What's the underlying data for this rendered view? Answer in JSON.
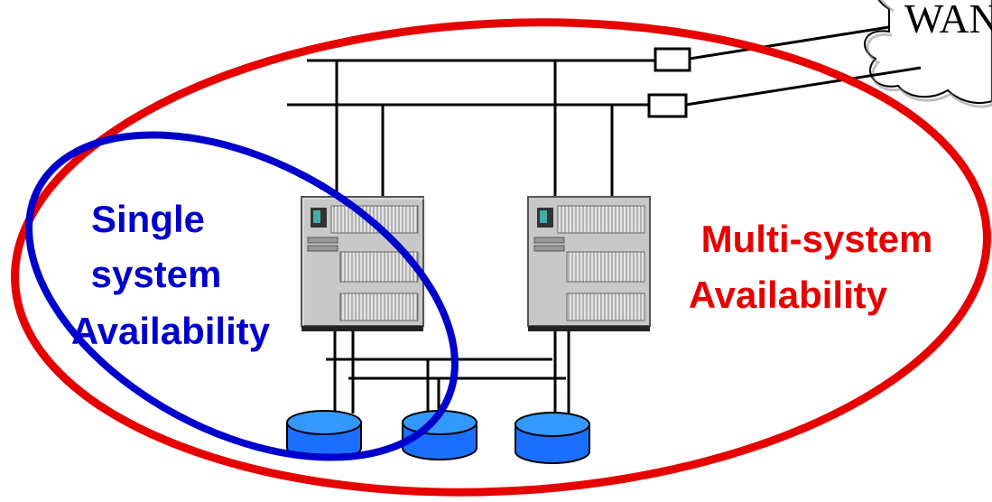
{
  "labels": {
    "single_line1": "Single",
    "single_line2": "system",
    "single_line3": "Availability",
    "multi_line1": "Multi-system",
    "multi_line2": "Availability",
    "wan": "WAN"
  },
  "colors": {
    "single": "#0000cc",
    "multi": "#e60000",
    "disk": "#1a6fff",
    "server_body": "#c8c8c8",
    "line": "#000000"
  },
  "icons": {
    "server": "server-cabinet-icon",
    "disk": "disk-storage-icon",
    "cloud": "cloud-icon",
    "modem": "modem-icon"
  }
}
